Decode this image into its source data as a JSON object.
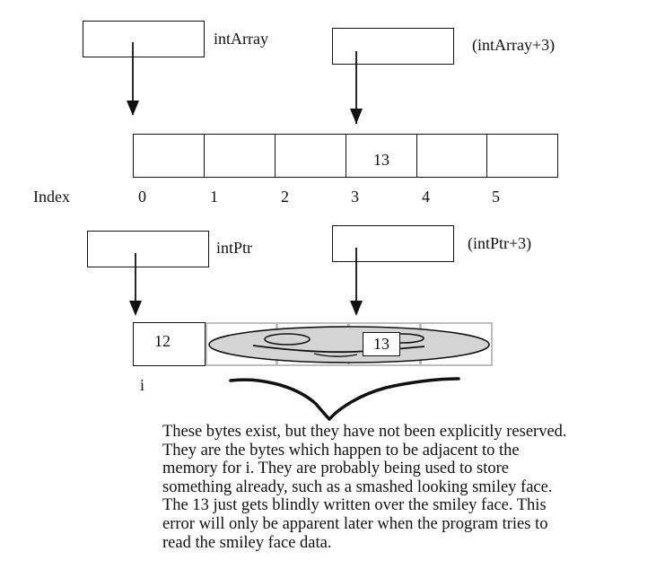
{
  "top": {
    "pointer_label": "intArray",
    "offset_label": "(intArray+3)",
    "cells": [
      "",
      "",
      "",
      "13",
      "",
      ""
    ],
    "index_title": "Index",
    "indices": [
      "0",
      "1",
      "2",
      "3",
      "4",
      "5"
    ]
  },
  "bottom": {
    "pointer_label": "intPtr",
    "offset_label": "(intPtr+3)",
    "i_value": "12",
    "overwrite_value": "13",
    "var_label": "i"
  },
  "explanation": "These bytes exist, but they have not been explicitly reserved.\nThey are the bytes which happen to be adjacent to the\nmemory for i. They are probably being used to store\nsomething already, such as a smashed looking smiley face.\nThe 13 just gets blindly written over the smiley face. This\nerror will only be apparent later when the program tries to\nread the smiley face data."
}
